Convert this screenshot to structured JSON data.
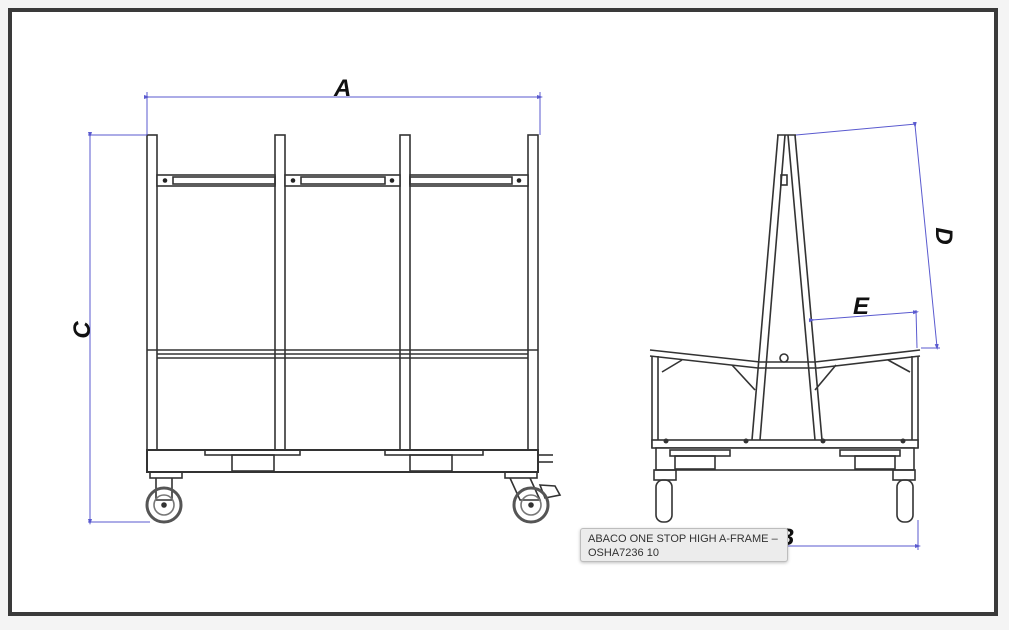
{
  "drawing": {
    "title": "A-frame cart technical drawing",
    "views": [
      "front-view",
      "side-view"
    ],
    "dimension_labels": {
      "A": "A",
      "B": "B",
      "C": "C",
      "D": "D",
      "E": "E"
    },
    "colors": {
      "frame_border": "#3a3a3a",
      "dimension_line": "#5a5acf",
      "structure_line": "#333333"
    }
  },
  "tooltip": {
    "line1": "ABACO ONE STOP HIGH A-FRAME –",
    "line2": "OSHA7236 10"
  }
}
